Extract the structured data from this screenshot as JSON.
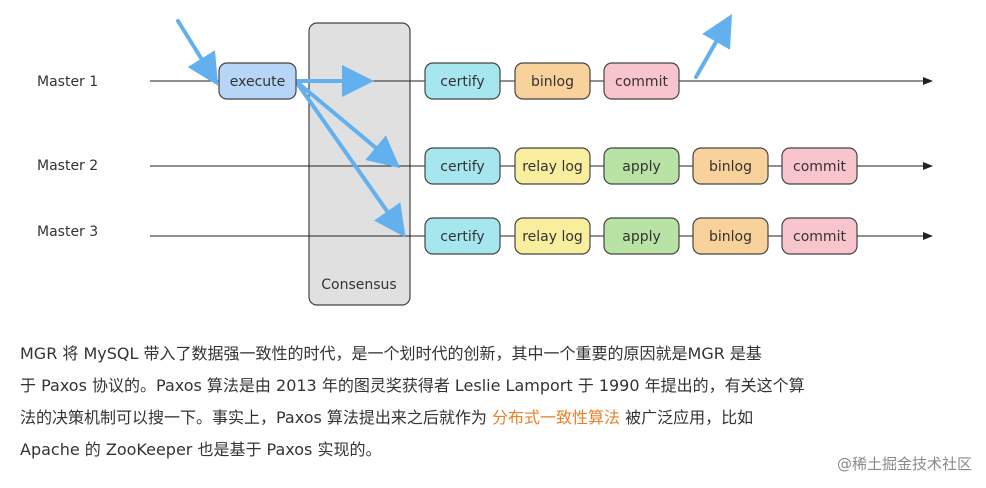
{
  "diagram": {
    "masters": [
      "Master 1",
      "Master 2",
      "Master 3"
    ],
    "execute": "execute",
    "consensus": "Consensus",
    "row1": [
      "certify",
      "binlog",
      "commit"
    ],
    "row2": [
      "certify",
      "relay log",
      "apply",
      "binlog",
      "commit"
    ],
    "row3": [
      "certify",
      "relay log",
      "apply",
      "binlog",
      "commit"
    ],
    "colors": {
      "execute": "#b6d5f7",
      "certify": "#a6e6ee",
      "binlog": "#f9d19b",
      "commit": "#f9c5cc",
      "relay_log": "#f8ee9e",
      "apply": "#b9e3a4",
      "consensus": "#e0e0e0",
      "arrow": "#62b1ee"
    }
  },
  "paragraph": {
    "line1": "MGR 将 MySQL 带入了数据强一致性的时代，是一个划时代的创新，其中一个重要的原因就是MGR 是基",
    "line2": "于 Paxos 协议的。Paxos 算法是由 2013 年的图灵奖获得者 Leslie Lamport 于 1990 年提出的，有关这个算",
    "line3_a": "法的决策机制可以搜一下。事实上，Paxos 算法提出来之后就作为 ",
    "line3_link": "分布式一致性算法",
    "line3_b": " 被广泛应用，比如",
    "line4": "Apache 的 ZooKeeper 也是基于 Paxos 实现的。"
  },
  "watermark": "@稀土掘金技术社区"
}
